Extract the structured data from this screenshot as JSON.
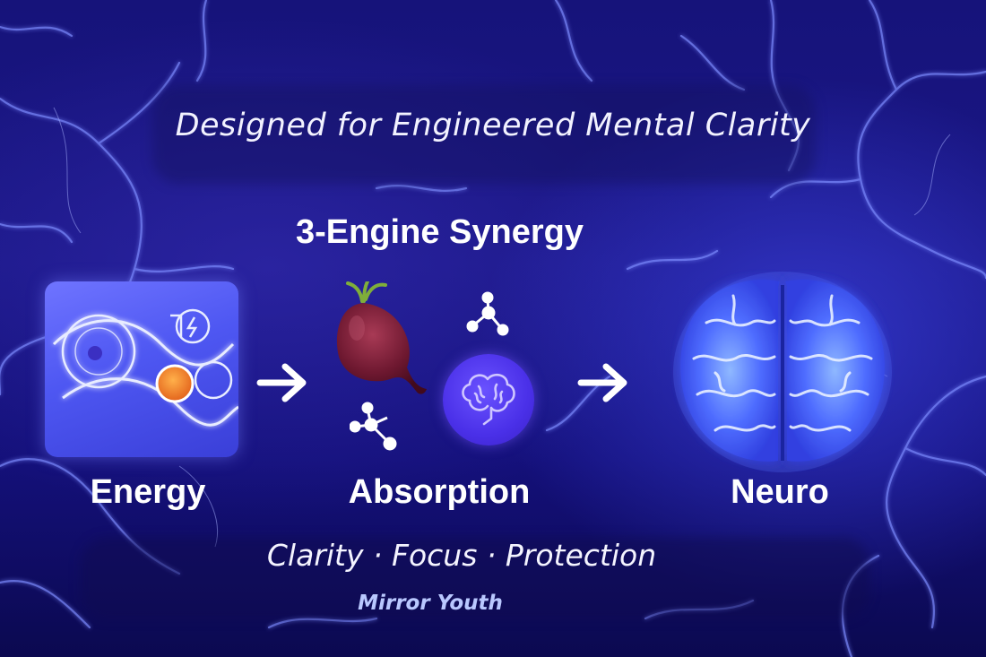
{
  "title": "Designed for Engineered Mental Clarity",
  "heading": "3-Engine Synergy",
  "engines": [
    {
      "label": "Energy",
      "icon": "energy-circuit-icon"
    },
    {
      "label": "Absorption",
      "icon": "beet-molecule-brain-icon"
    },
    {
      "label": "Neuro",
      "icon": "glowing-brain-icon"
    }
  ],
  "tagline": "Clarity · Focus · Protection",
  "brand": "Mirror Youth",
  "colors": {
    "background": "#1b1787",
    "accent_glow": "#6f74ff",
    "energy_orange": "#f08a2c",
    "brain_badge": "#4a30e8",
    "brand_text": "#b9c8ff"
  }
}
